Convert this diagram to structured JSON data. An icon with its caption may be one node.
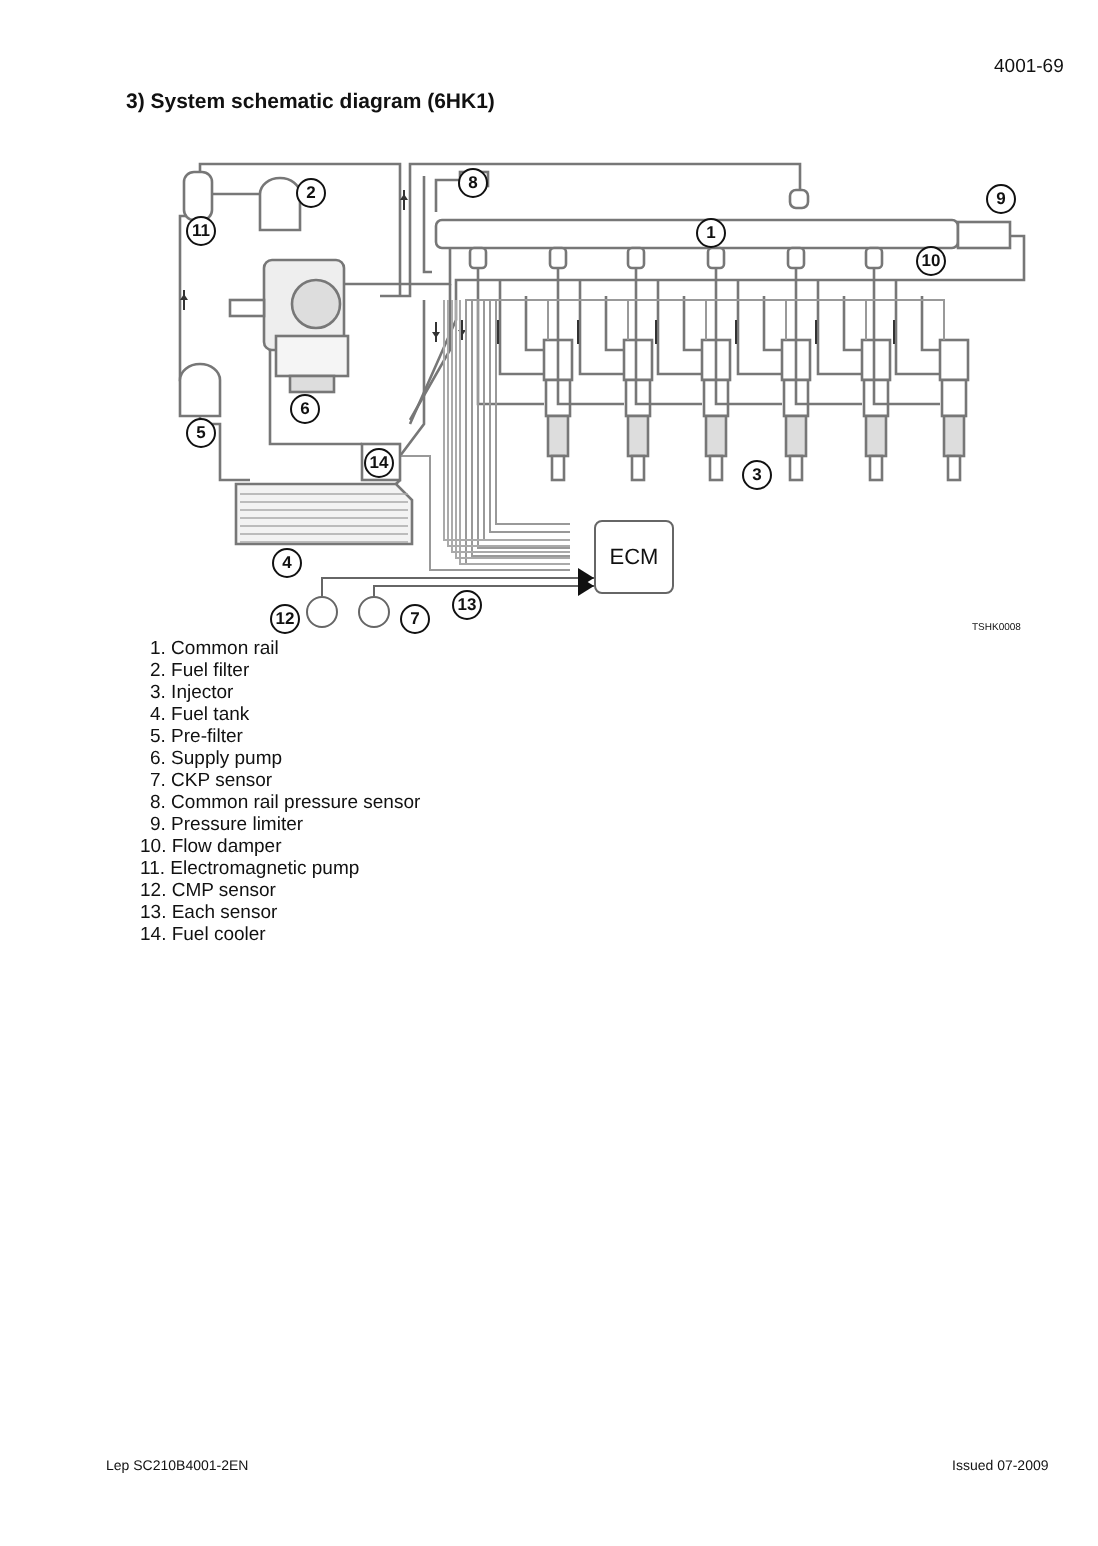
{
  "diagram": {
    "title": "3) System schematic diagram (6HK1)",
    "nodes": [
      {
        "text": [
          "ECM"
        ]
      },
      {
        "text": [],
        "shape": "circle"
      },
      {
        "text": [],
        "shape": "circle"
      }
    ],
    "edges": [
      {
        "from": 1,
        "to": 0,
        "arrow": "to"
      },
      {
        "from": 2,
        "to": 0,
        "arrow": "to"
      }
    ],
    "labels": [
      "4001-69",
      "8",
      "2",
      "9",
      "11",
      "1",
      "10",
      "6",
      "5",
      "14",
      "3",
      "4",
      "13",
      "12",
      "7",
      "1. Common rail",
      "2. Fuel filter",
      "3. Injector",
      "4. Fuel tank",
      "5. Pre-filter",
      "6. Supply pump",
      "7. CKP sensor",
      "8. Common rail pressure sensor",
      "9. Pressure limiter",
      "10. Flow damper",
      "11. Electromagnetic pump",
      "12. CMP sensor",
      "13. Each sensor",
      "14. Fuel cooler",
      "TSHK0008",
      "Lep SC210B4001-2EN",
      "Issued 07-2009"
    ]
  }
}
